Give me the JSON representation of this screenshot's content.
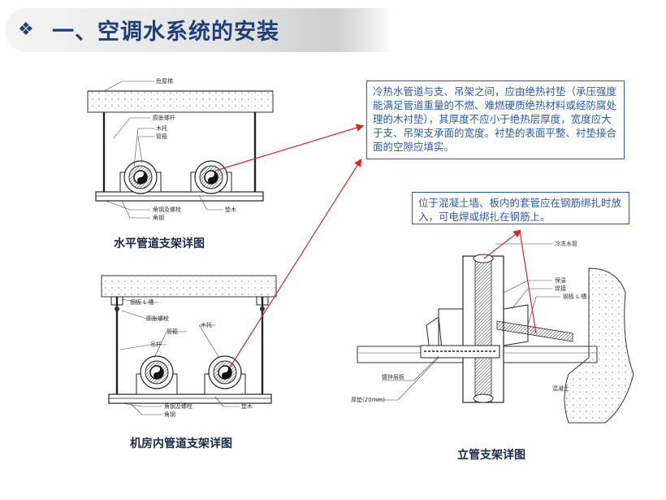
{
  "header": {
    "bullet": "❖",
    "title": "一、空调水系统的安装"
  },
  "notes": {
    "insulation_pad": "冷热水管道与支、吊架之间，应由绝热衬垫（承压强度能满足管道重量的不燃、难燃硬质绝热材料或经防腐处理的木衬垫），其厚度不应小于绝热层厚度，宽度应大于支、吊架支承面的宽度。衬垫的表面平整、衬垫接合面的空隙应填实。",
    "sleeve": "位于混凝土墙、板内的套管应在钢筋绑扎时放入，可电焊或绑扎在钢筋上。"
  },
  "captions": {
    "horizontal": "水平管道支架详图",
    "machine_room": "机房内管道支架详图",
    "vertical": "立管支架详图"
  },
  "diagram1_labels": [
    "危屋梯",
    "膨胀螺杆",
    "木托",
    "管箍",
    "角钢及螺栓",
    "角钢",
    "垫木"
  ],
  "diagram2_labels": [
    "钢板 L 槽",
    "膨胀螺栓",
    "木托",
    "管箍",
    "吊杆",
    "角钢及螺栓",
    "角钢",
    "垫木"
  ],
  "diagram3_labels": [
    "冷冻水管",
    "保温",
    "焊接",
    "钢板 L 槽",
    "镀锌层板",
    "厚垫(20mm)",
    "混凝土"
  ],
  "colors": {
    "title": "#1f3f7a",
    "note_border": "#2f5aa0",
    "arrow": "#d8262f"
  }
}
